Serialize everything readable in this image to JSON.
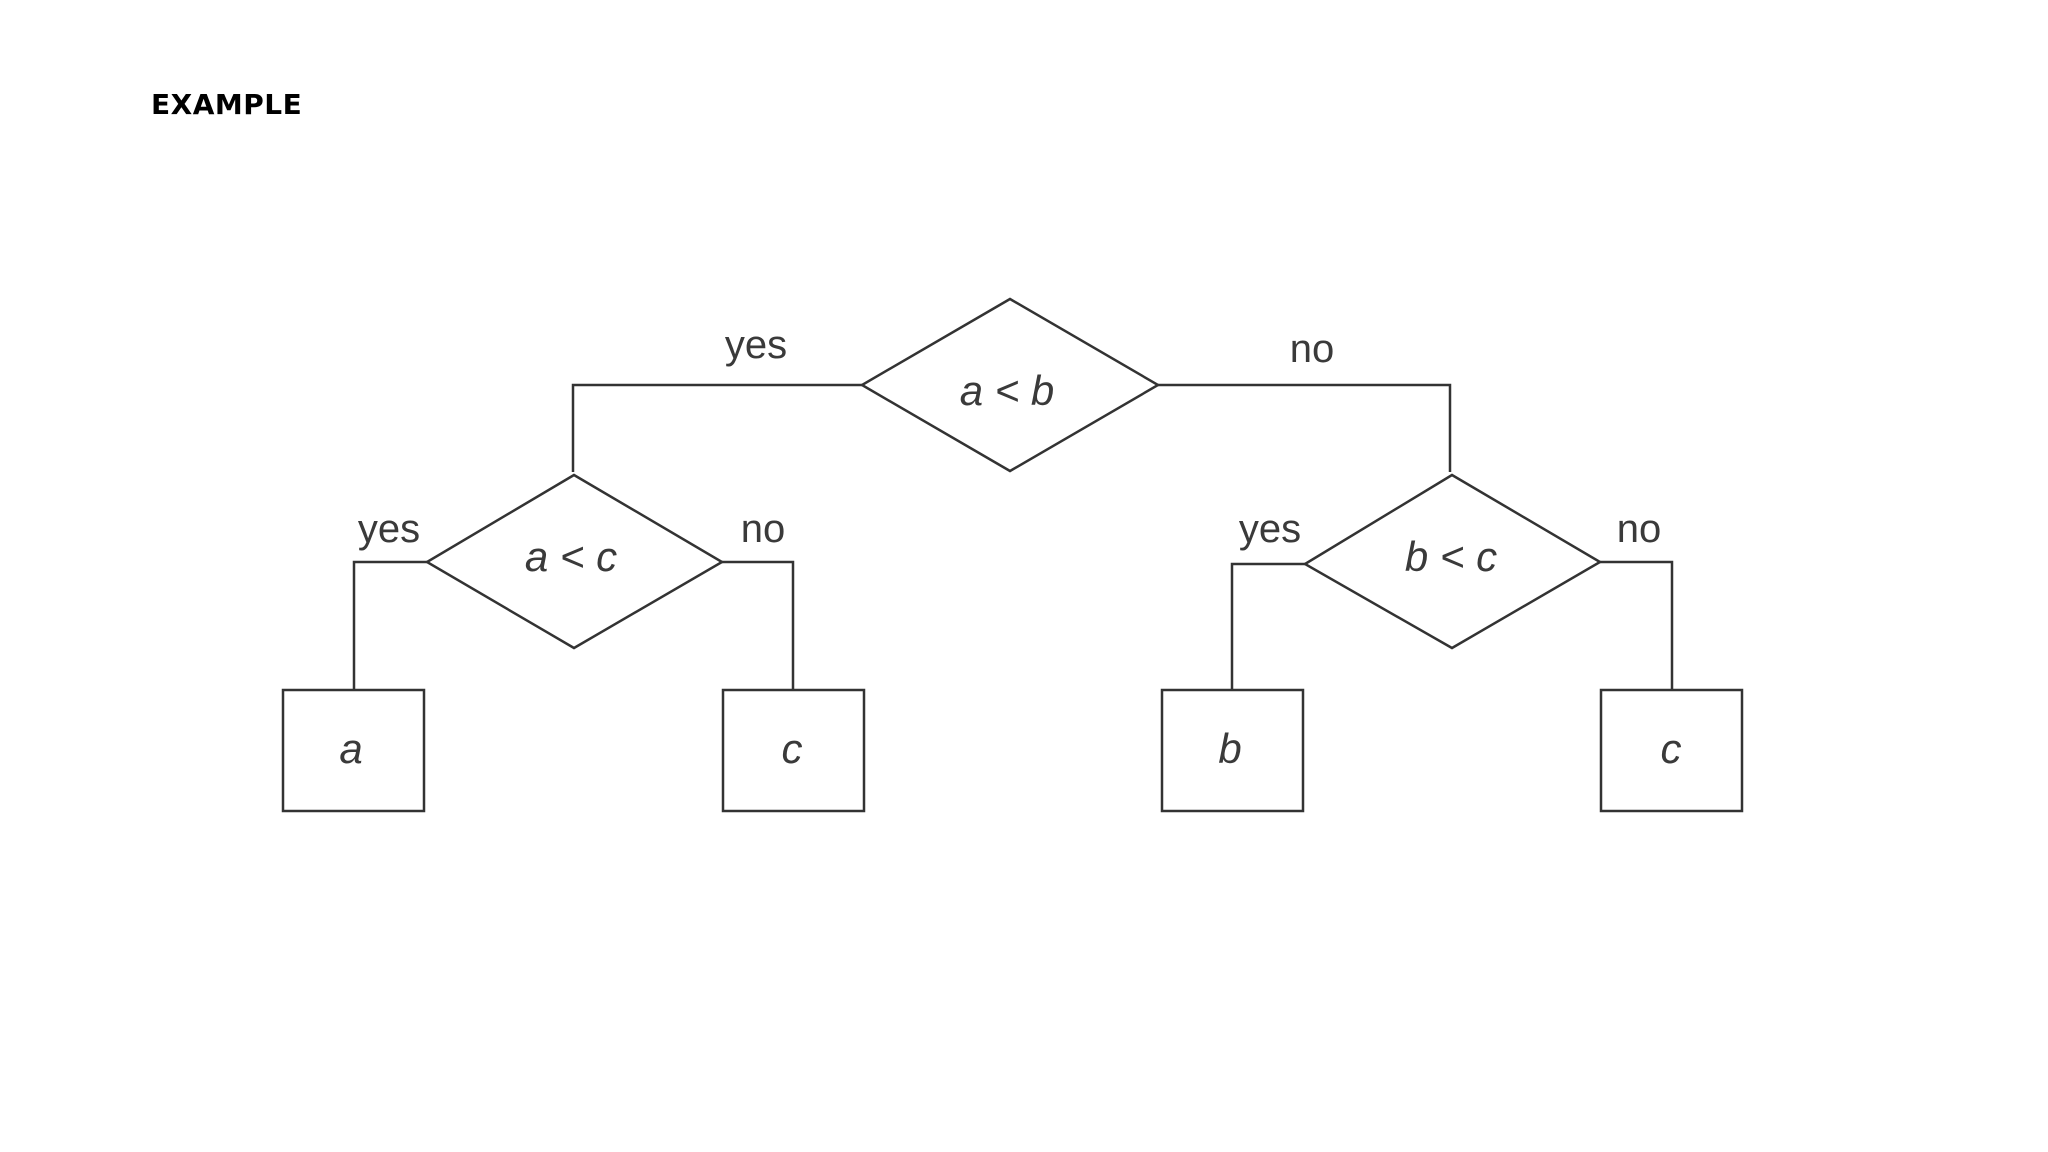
{
  "page": {
    "heading": "EXAMPLE"
  },
  "tree": {
    "root": {
      "condition": "a < b",
      "yes_label": "yes",
      "no_label": "no"
    },
    "left_decision": {
      "condition": "a < c",
      "yes_label": "yes",
      "no_label": "no"
    },
    "right_decision": {
      "condition": "b < c",
      "yes_label": "yes",
      "no_label": "no"
    },
    "leaves": [
      "a",
      "c",
      "b",
      "c"
    ]
  }
}
